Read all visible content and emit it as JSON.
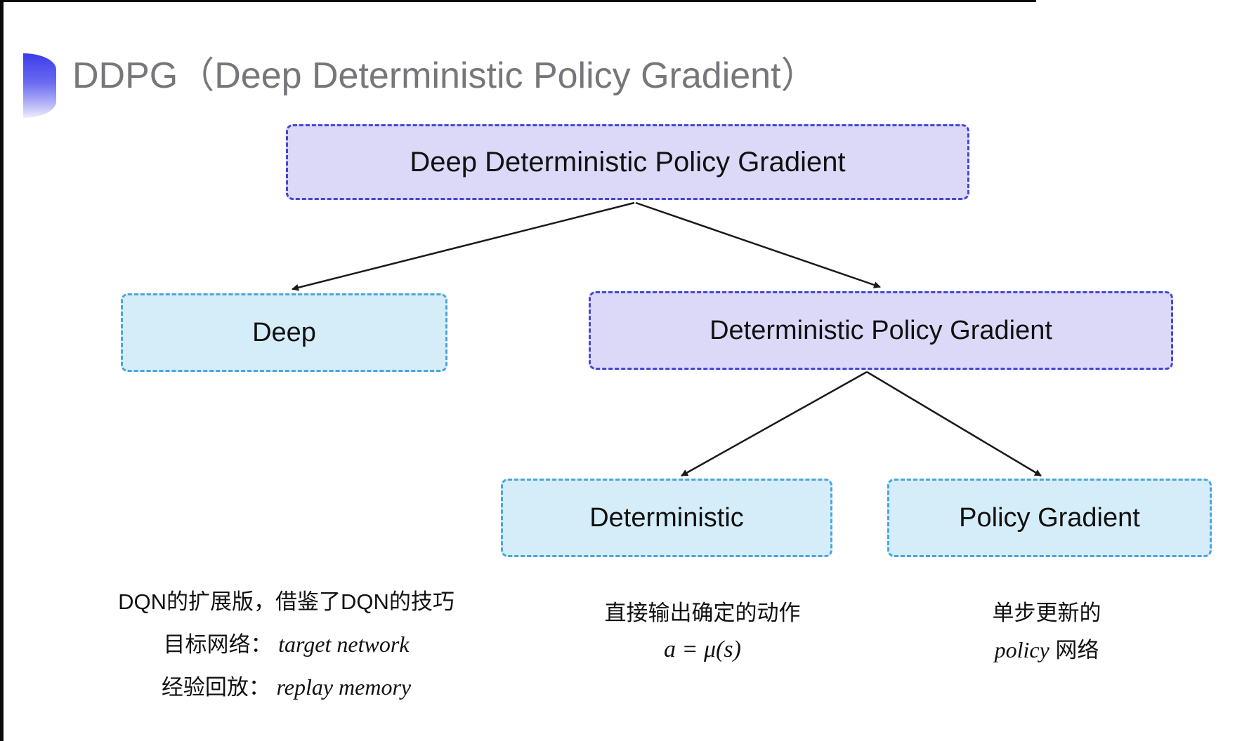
{
  "header": {
    "title": "DDPG（Deep Deterministic Policy Gradient）",
    "title_color": "#76777a",
    "accent_color_top": "#3c3cea"
  },
  "tree": {
    "root": {
      "label": "Deep Deterministic Policy Gradient",
      "fill": "#dcd9f8",
      "border_color": "#4547d2"
    },
    "level1": [
      {
        "label": "Deep",
        "fill": "#d5edf9",
        "border_color": "#4aa5dc"
      },
      {
        "label": "Deterministic Policy Gradient",
        "fill": "#dcd9f8",
        "border_color": "#4547d2"
      }
    ],
    "level2": [
      {
        "label": "Deterministic",
        "fill": "#d5edf9",
        "border_color": "#4aa5dc"
      },
      {
        "label": "Policy Gradient",
        "fill": "#d5edf9",
        "border_color": "#4aa5dc"
      }
    ]
  },
  "notes": {
    "deep": {
      "line1": "DQN的扩展版，借鉴了DQN的技巧",
      "line2_label": "目标网络：",
      "line2_value": "target network",
      "line3_label": "经验回放：",
      "line3_value": "replay memory"
    },
    "deterministic": {
      "line1": "直接输出确定的动作",
      "formula": "a = μ(s)"
    },
    "policy_gradient": {
      "line1": "单步更新的",
      "line2_italic": "policy",
      "line2_rest": " 网络"
    }
  },
  "arrow_color": "#1a1a1a"
}
